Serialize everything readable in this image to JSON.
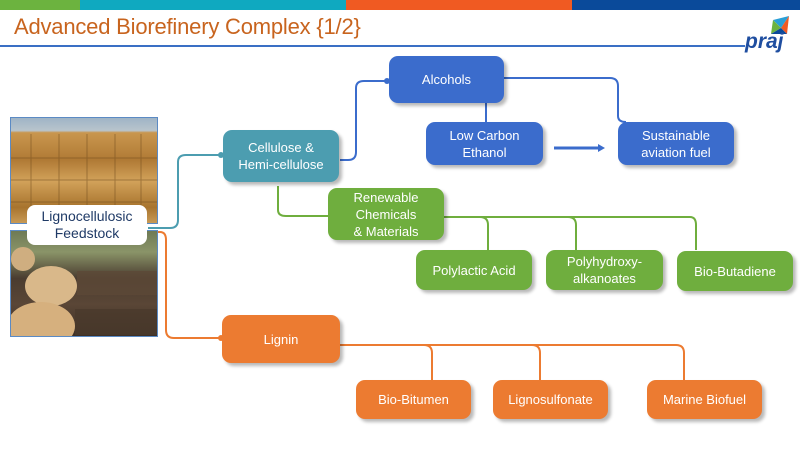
{
  "slide": {
    "title": "Advanced Biorefinery Complex {1/2}",
    "logo_text": "praj",
    "top_bar_colors": [
      "#6cb33f",
      "#0fa9c0",
      "#f05a22",
      "#0a4a9a"
    ]
  },
  "colors": {
    "title": "#c8641e",
    "rule": "#3a6fc4",
    "alcohols_branch": "#3b6ccc",
    "cellulose": "#4c9db0",
    "chemicals_branch": "#6fae3e",
    "lignin_branch": "#ec7b31"
  },
  "feedstock": {
    "label_line1": "Lignocellulosic",
    "label_line2": "Feedstock",
    "image_top": "straw bales",
    "image_bottom": "wood logs"
  },
  "nodes": {
    "cellulose": {
      "line1": "Cellulose &",
      "line2": "Hemi-cellulose"
    },
    "alcohols": {
      "line1": "Alcohols"
    },
    "low_carbon_ethanol": {
      "line1": "Low Carbon",
      "line2": "Ethanol"
    },
    "saf": {
      "line1": "Sustainable",
      "line2": "aviation fuel"
    },
    "renewable_chemicals": {
      "line1": "Renewable",
      "line2": "Chemicals",
      "line3": "& Materials"
    },
    "polylactic_acid": {
      "line1": "Polylactic Acid"
    },
    "pha": {
      "line1": "Polyhydroxy-",
      "line2": "alkanoates"
    },
    "bio_butadiene": {
      "line1": "Bio-Butadiene"
    },
    "lignin": {
      "line1": "Lignin"
    },
    "bio_bitumen": {
      "line1": "Bio-Bitumen"
    },
    "lignosulfonate": {
      "line1": "Lignosulfonate"
    },
    "marine_biofuel": {
      "line1": "Marine Biofuel"
    }
  }
}
